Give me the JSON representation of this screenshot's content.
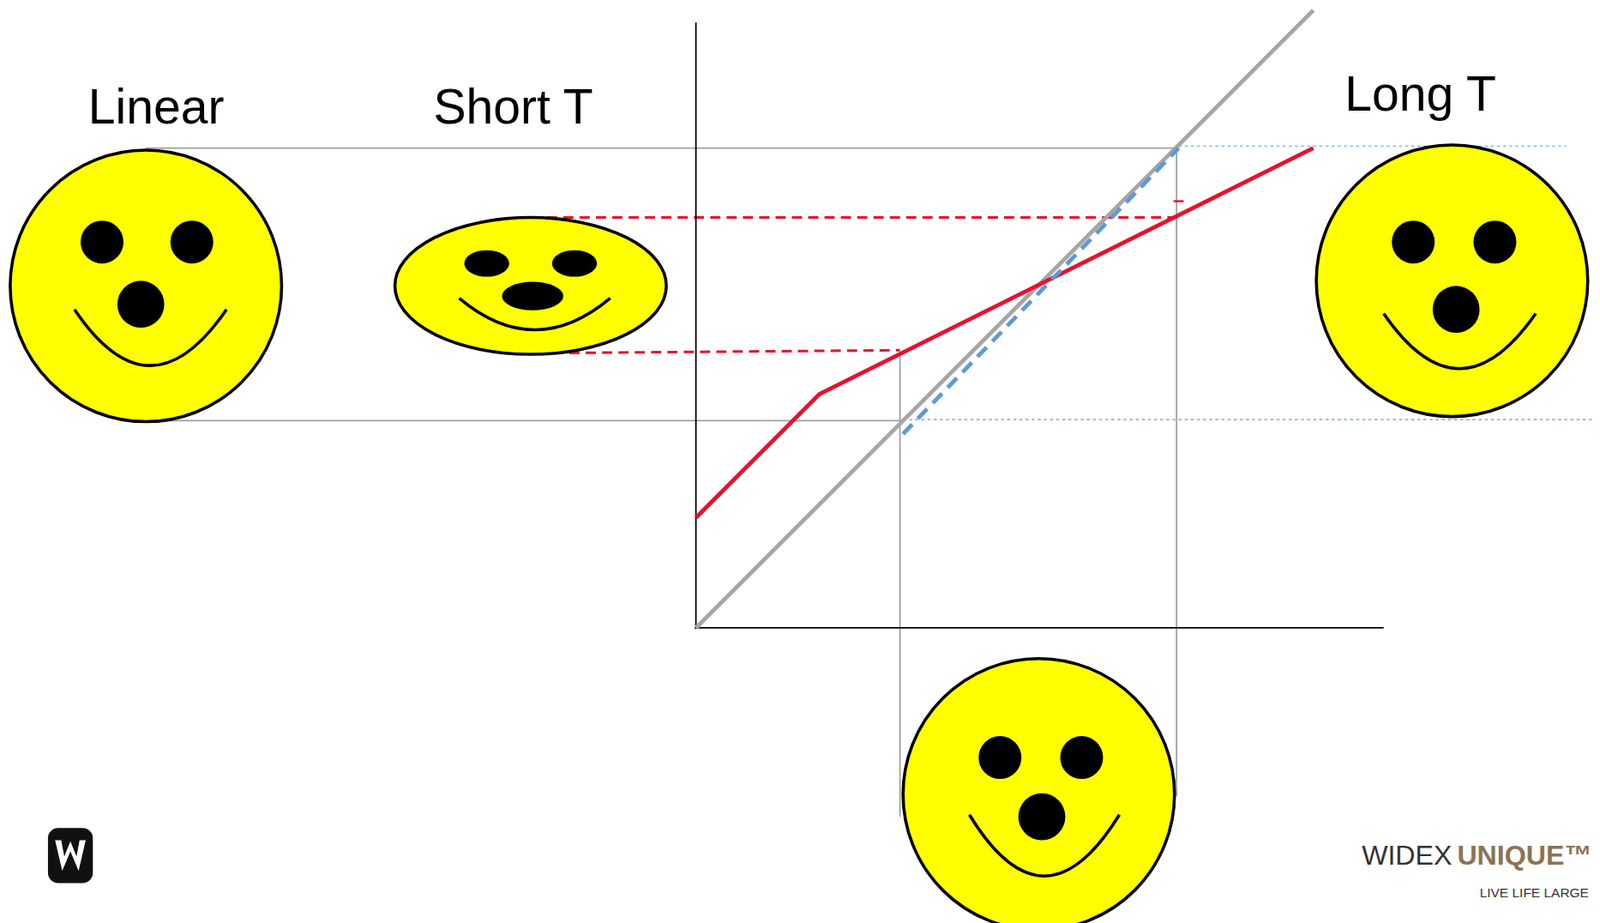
{
  "diagram": {
    "labels": [
      "Linear",
      "Short T",
      "Long T",
      "WIDEX",
      "UNIQUE™",
      "LIVE LIFE LARGE"
    ]
  }
}
